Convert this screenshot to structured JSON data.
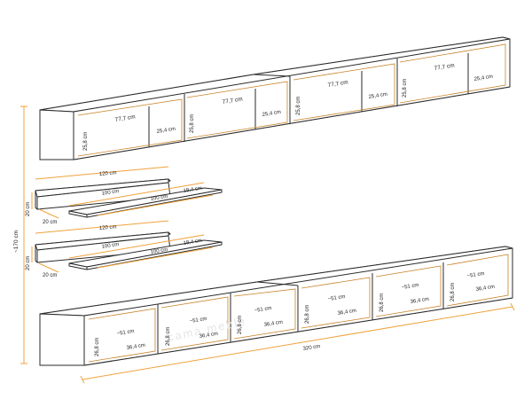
{
  "top_cabinet": {
    "width_label": "77,7 cm",
    "depth_label": "25,4 cm",
    "height_label": "25,8 cm"
  },
  "shelves": {
    "panel_width_label": "120 cm",
    "shelf_width_label": "100 cm",
    "shelf_width_label_2": "100 cm",
    "shelf_depth_label": "18,4 cm",
    "panel_height_label": "20 cm",
    "panel_offset_label": "20 cm"
  },
  "overall": {
    "height_label": "~170 cm",
    "total_width_label": "320 cm"
  },
  "bottom_cabinet": {
    "width_label": "~51 cm",
    "depth_label": "36,4 cm",
    "height_label": "26,8 cm"
  }
}
